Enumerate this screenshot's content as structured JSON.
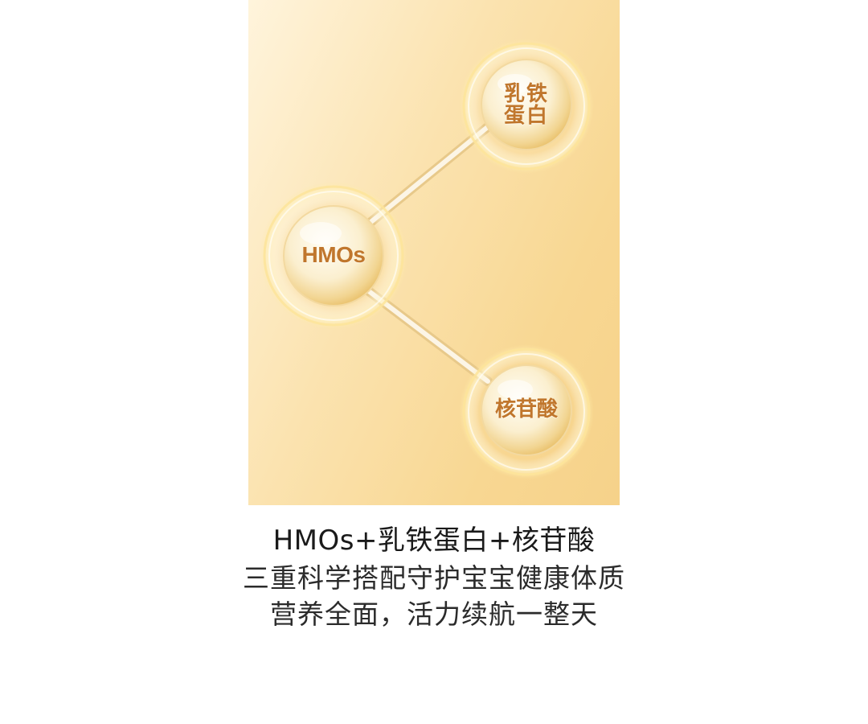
{
  "hero": {
    "nodes": {
      "hmos": "HMOs",
      "lactoferrin_line1": "乳铁",
      "lactoferrin_line2": "蛋白",
      "nucleotide": "核苷酸"
    },
    "colors": {
      "background_light": "#fff4dc",
      "background_warm": "#f6d28a",
      "label": "#c0762c",
      "ring": "#fde9a8"
    }
  },
  "caption": {
    "title": "HMOs+乳铁蛋白+核苷酸",
    "line2": "三重科学搭配守护宝宝健康体质",
    "line3": "营养全面，活力续航一整天"
  }
}
